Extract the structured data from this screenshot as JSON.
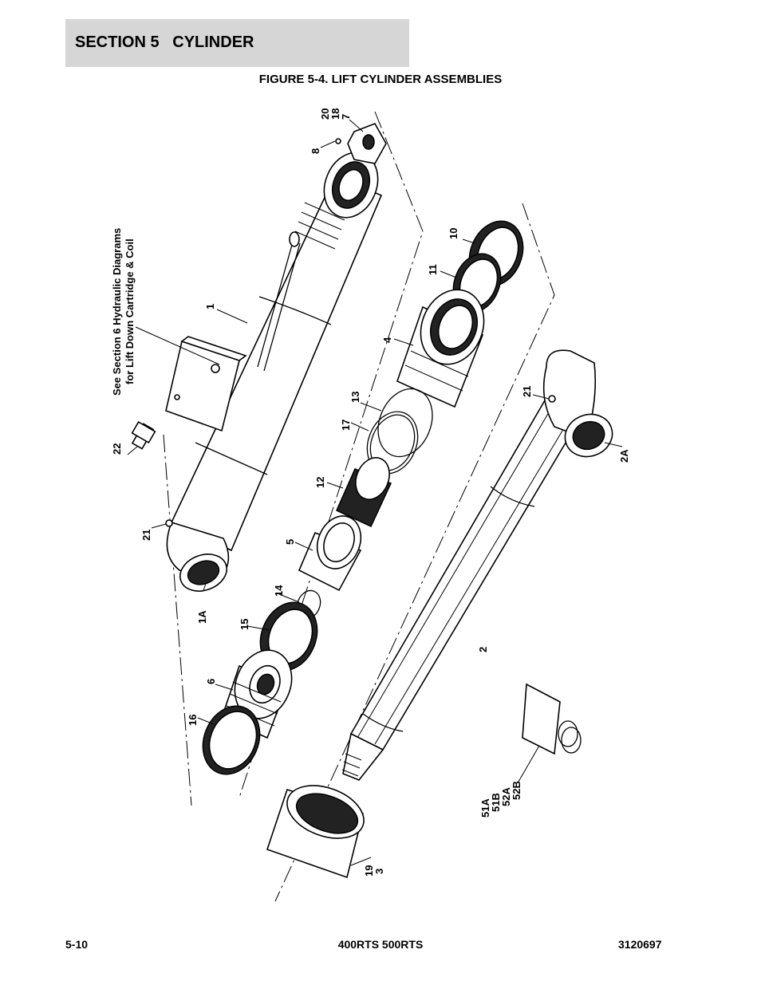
{
  "header": {
    "section_title": "SECTION 5   CYLINDER"
  },
  "figure": {
    "title": "FIGURE 5-4. LIFT CYLINDER ASSEMBLIES",
    "note_line1": "See Section 6 Hydraulic Diagrams",
    "note_line2": "for Lift Down Cartridge & Coil",
    "callouts": {
      "c20": "20",
      "c18": "18",
      "c7": "7",
      "c8": "8",
      "c1": "1",
      "c10": "10",
      "c11": "11",
      "c4": "4",
      "c13": "13",
      "c17": "17",
      "c12": "12",
      "c22": "22",
      "c21a": "21",
      "c21b": "21",
      "c2a": "2A",
      "c5": "5",
      "c14": "14",
      "c1a": "1A",
      "c15": "15",
      "c6": "6",
      "c16": "16",
      "c2": "2",
      "c51a": "51A",
      "c51b": "51B",
      "c52a": "52A",
      "c52b": "52B",
      "c19": "19",
      "c3": "3"
    }
  },
  "footer": {
    "page": "5-10",
    "model": "400RTS 500RTS",
    "doc_number": "3120697"
  }
}
